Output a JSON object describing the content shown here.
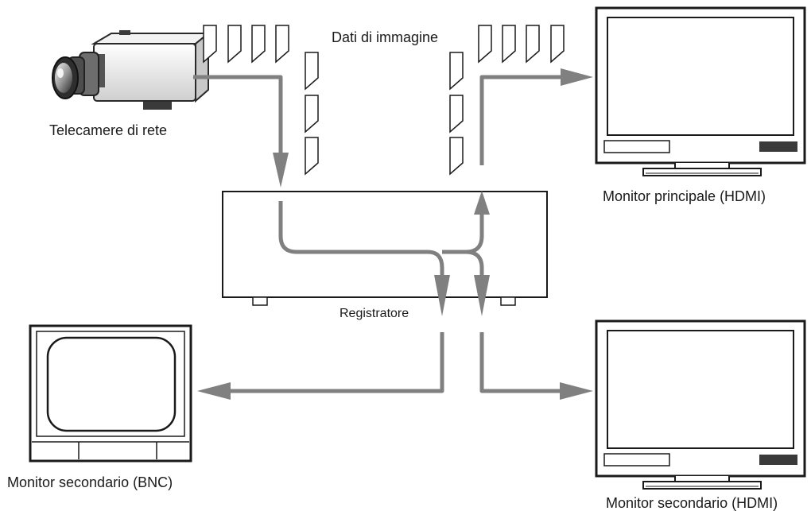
{
  "labels": {
    "camera": "Telecamere di rete",
    "image_data": "Dati di immagine",
    "recorder": "Registratore",
    "main_monitor": "Monitor principale (HDMI)",
    "sub_monitor_bnc": "Monitor secondario (BNC)",
    "sub_monitor_hdmi": "Monitor secondario (HDMI)"
  },
  "colors": {
    "flow": "#808080",
    "outline": "#1a1a1a",
    "screen_fill": "#ffffff",
    "panel_dark": "#3a3a3a"
  }
}
